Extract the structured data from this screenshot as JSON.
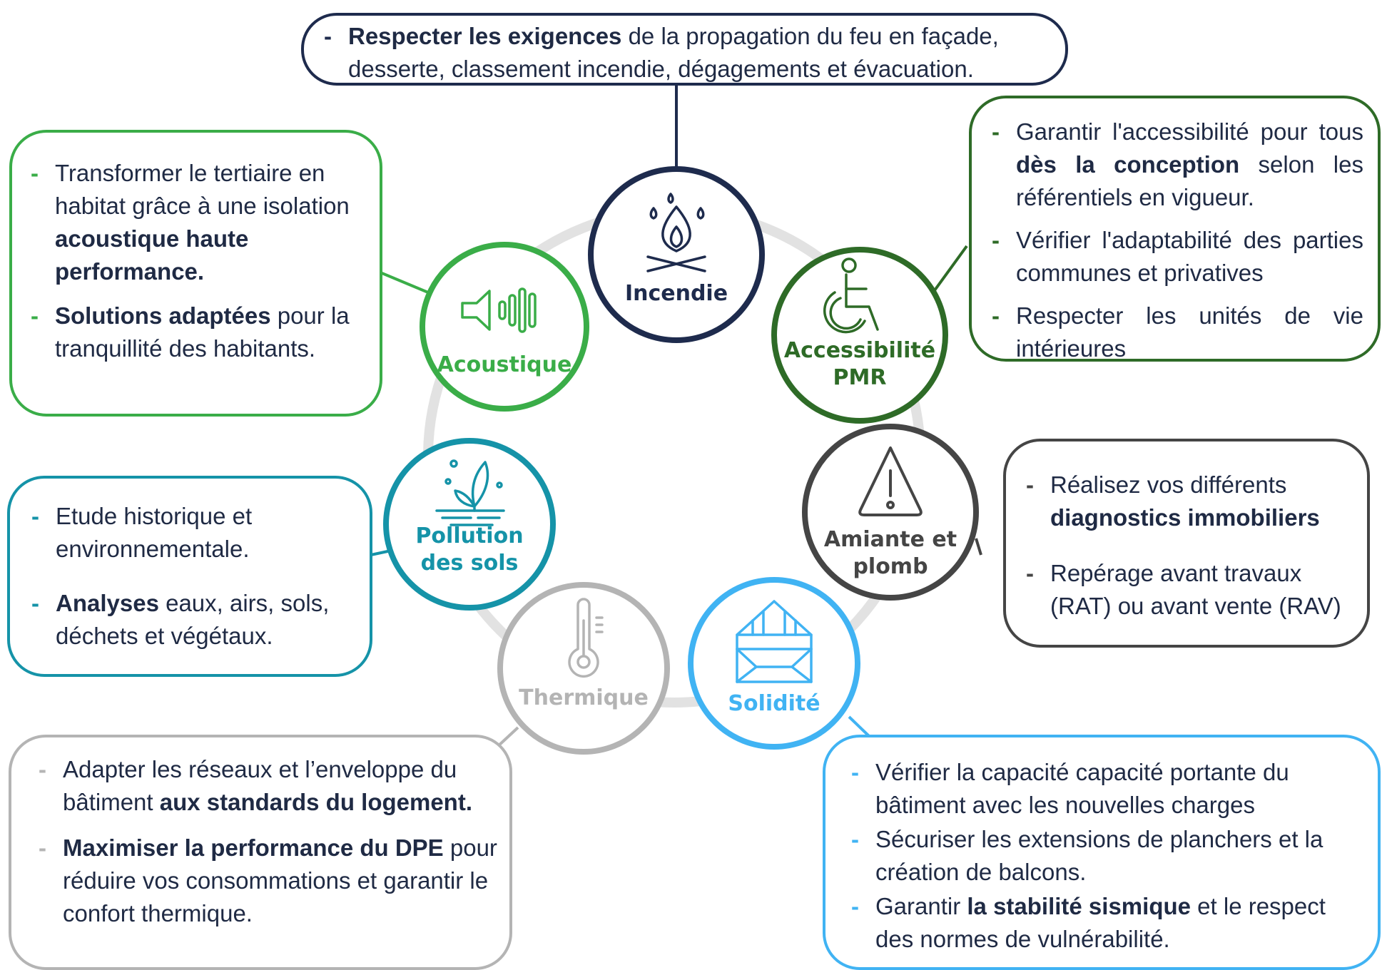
{
  "colors": {
    "incendie": "#1e2b4d",
    "accessibilite": "#2e6b27",
    "acoustique": "#3aad48",
    "amiante": "#454545",
    "pollution": "#1593a8",
    "solidite": "#40b3f3",
    "thermique": "#b4b4b4",
    "ring": "#e2e2e2",
    "text": "#1f2a44"
  },
  "hubs": {
    "incendie": {
      "label": "Incendie",
      "icon": "campfire-icon"
    },
    "accessibilite": {
      "label_line1": "Accessibilité",
      "label_line2": "PMR",
      "icon": "wheelchair-icon"
    },
    "acoustique": {
      "label": "Acoustique",
      "icon": "speaker-sound-icon"
    },
    "amiante": {
      "label_line1": "Amiante et",
      "label_line2": "plomb",
      "icon": "warning-triangle-icon"
    },
    "pollution": {
      "label_line1": "Pollution",
      "label_line2": "des sols",
      "icon": "plant-soil-icon"
    },
    "solidite": {
      "label": "Solidité",
      "icon": "timber-frame-icon"
    },
    "thermique": {
      "label": "Thermique",
      "icon": "thermometer-icon"
    }
  },
  "boxes": {
    "incendie": {
      "items": [
        {
          "bold": "Respecter les exigences",
          "rest": " de la propagation du feu en façade, desserte, classement incendie, dégagements et évacuation."
        }
      ]
    },
    "accessibilite": {
      "items": [
        {
          "pre": "Garantir l'accessibilité pour tous ",
          "bold": "dès la conception",
          "rest": " selon les référentiels en vigueur."
        },
        {
          "pre": "Vérifier l'adaptabilité des parties communes et privatives"
        },
        {
          "pre": "Respecter les unités de vie intérieures"
        }
      ]
    },
    "acoustique": {
      "items": [
        {
          "pre": "Transformer le tertiaire en habitat grâce à une isolation ",
          "bold": "acoustique haute performance."
        },
        {
          "bold": "Solutions adaptées",
          "rest": " pour la tranquillité des habitants."
        }
      ]
    },
    "amiante": {
      "items": [
        {
          "pre": "Réalisez vos différents ",
          "bold": "diagnostics immobiliers"
        },
        {
          "pre": "Repérage avant travaux (RAT) ou avant vente (RAV)"
        }
      ]
    },
    "pollution": {
      "items": [
        {
          "pre": "Etude historique et environnementale."
        },
        {
          "bold": "Analyses",
          "rest": " eaux, airs, sols, déchets et végétaux."
        }
      ]
    },
    "thermique": {
      "items": [
        {
          "pre": "Adapter  les réseaux et l’enveloppe du bâtiment ",
          "bold": "aux standards du logement."
        },
        {
          "bold": "Maximiser la performance du DPE",
          "rest": " pour réduire vos consommations et garantir le confort thermique."
        }
      ]
    },
    "solidite": {
      "items": [
        {
          "pre": "Vérifier la capacité capacité portante du bâtiment avec les nouvelles charges"
        },
        {
          "pre": "Sécuriser les extensions de planchers et la création de balcons."
        },
        {
          "pre": "Garantir ",
          "bold": "la stabilité sismique",
          "rest": " et le respect des normes de vulnérabilité."
        }
      ]
    }
  }
}
